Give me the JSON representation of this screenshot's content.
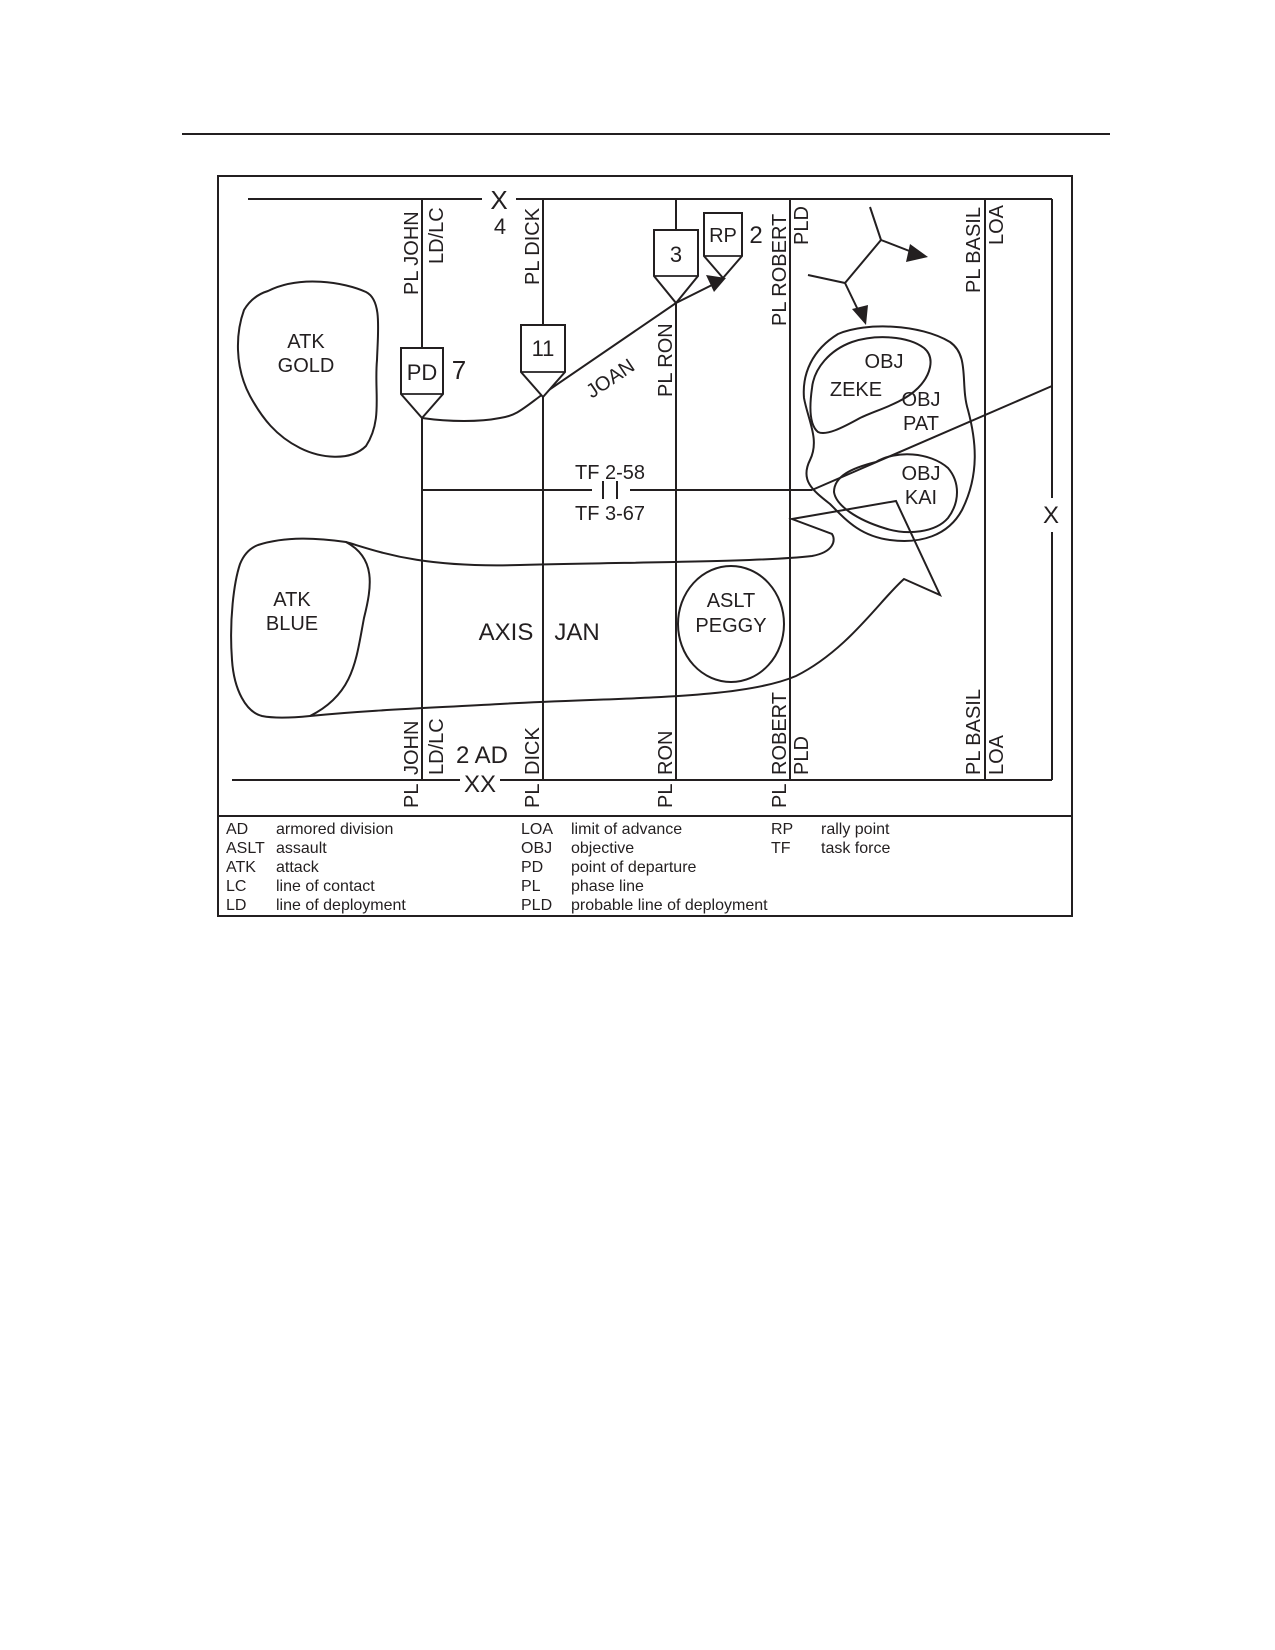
{
  "boundaries": {
    "brigade_top": {
      "echelon": "X",
      "unit": "4"
    },
    "division_bottom": {
      "unit": "2 AD",
      "echelon": "XX"
    },
    "right_flank": {
      "echelon": "X"
    }
  },
  "phase_lines": {
    "john_top": {
      "name": "PL  JOHN",
      "alias": "LD/LC"
    },
    "dick_top": {
      "name": "PL DICK"
    },
    "ron_mid": {
      "name": "PL RON"
    },
    "robert_top": {
      "name": "PL  ROBERT",
      "alias": "PLD"
    },
    "basil_top": {
      "name": "PL BASIL",
      "alias": "LOA"
    },
    "john_bottom": {
      "prefix": "PL",
      "name": "JOHN",
      "alias": "LD/LC"
    },
    "dick_bottom": {
      "prefix": "PL",
      "name": "DICK"
    },
    "ron_bottom": {
      "prefix": "PL",
      "name": "RON"
    },
    "robert_bottom": {
      "prefix": "PL",
      "name": "ROBERT",
      "alias": "PLD"
    },
    "basil_bottom": {
      "name": "PL BASIL",
      "alias": "LOA"
    }
  },
  "points": {
    "pd": {
      "label": "PD",
      "number": "7"
    },
    "cp11": {
      "label": "11"
    },
    "cp3": {
      "label": "3"
    },
    "rp": {
      "label": "RP",
      "number": "2"
    }
  },
  "route": {
    "name": "JOAN"
  },
  "areas": {
    "atk_gold": {
      "line1": "ATK",
      "line2": "GOLD"
    },
    "atk_blue": {
      "line1": "ATK",
      "line2": "BLUE"
    },
    "aslt_peggy": {
      "line1": "ASLT",
      "line2": "PEGGY"
    },
    "obj_zeke": {
      "line1": "OBJ",
      "line2": "ZEKE"
    },
    "obj_pat": {
      "line1": "OBJ",
      "line2": "PAT"
    },
    "obj_kai": {
      "line1": "OBJ",
      "line2": "KAI"
    }
  },
  "unit_boundary": {
    "upper": "TF 2-58",
    "symbol": "I I",
    "lower": "TF 3-67"
  },
  "axis": {
    "word1": "AXIS",
    "word2": "JAN"
  },
  "legend": {
    "col1": [
      {
        "abbr": "AD",
        "meaning": "armored division"
      },
      {
        "abbr": "ASLT",
        "meaning": "assault"
      },
      {
        "abbr": "ATK",
        "meaning": "attack"
      },
      {
        "abbr": "LC",
        "meaning": "line of contact"
      },
      {
        "abbr": "LD",
        "meaning": "line of deployment"
      }
    ],
    "col2": [
      {
        "abbr": "LOA",
        "meaning": "limit of advance"
      },
      {
        "abbr": "OBJ",
        "meaning": "objective"
      },
      {
        "abbr": "PD",
        "meaning": "point of departure"
      },
      {
        "abbr": "PL",
        "meaning": "phase line"
      },
      {
        "abbr": "PLD",
        "meaning": "probable line of deployment"
      }
    ],
    "col3": [
      {
        "abbr": "RP",
        "meaning": "rally point"
      },
      {
        "abbr": "TF",
        "meaning": "task force"
      }
    ]
  }
}
